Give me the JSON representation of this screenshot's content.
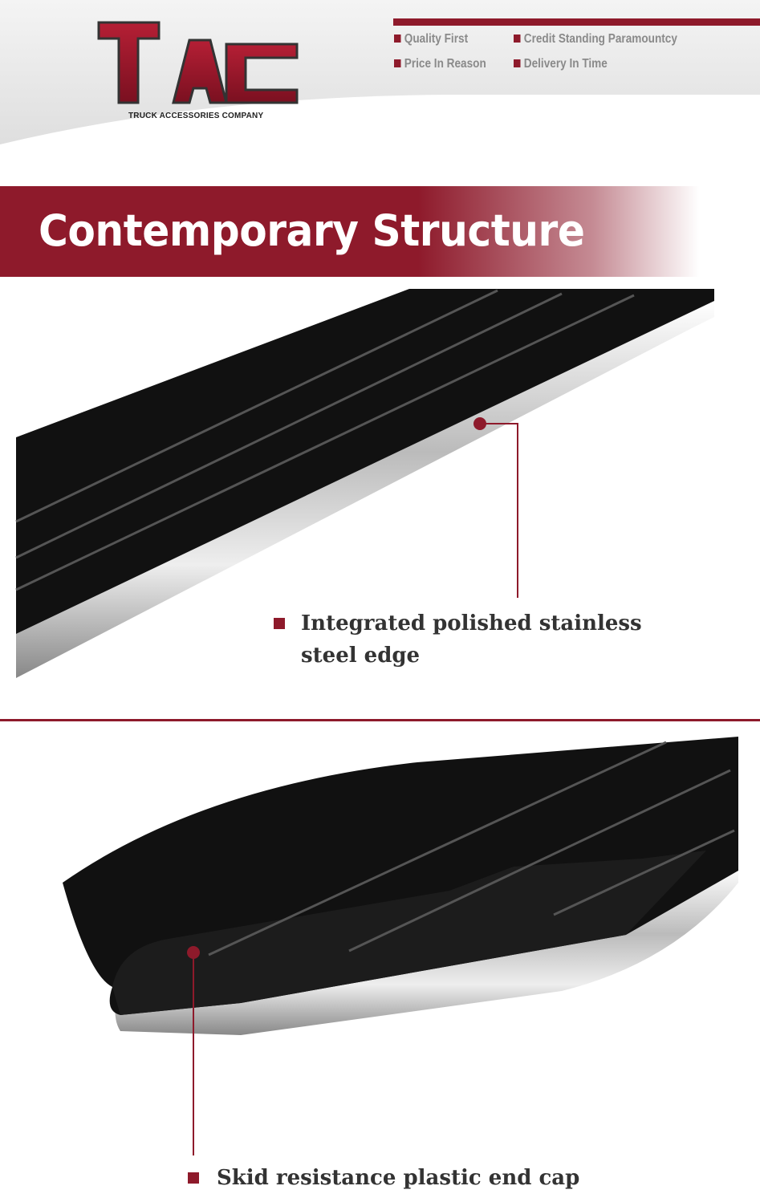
{
  "brand": {
    "logo_text": "TAC",
    "subtitle": "TRUCK ACCESSORIES COMPANY"
  },
  "mottos": [
    "Quality First",
    "Credit Standing Paramountcy",
    "Price In Reason",
    "Delivery In Time"
  ],
  "banner": {
    "title": "Contemporary Structure"
  },
  "features": [
    {
      "lines": [
        "Integrated polished stainless",
        "steel edge"
      ]
    },
    {
      "lines": [
        "Skid resistance plastic end cap"
      ]
    }
  ],
  "colors": {
    "accent": "#8e1a2b",
    "text": "#333333"
  }
}
